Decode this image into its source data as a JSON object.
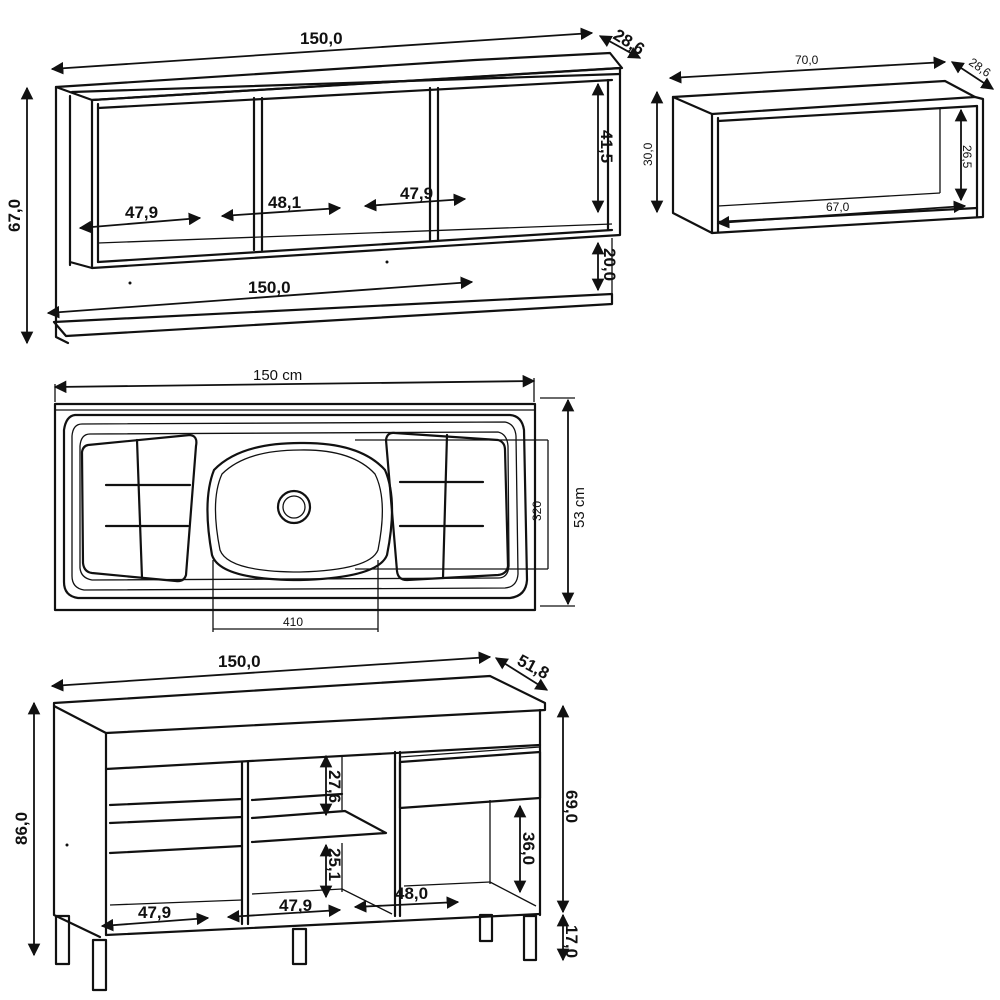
{
  "upper_cabinet": {
    "width": "150,0",
    "depth": "28,6",
    "height": "67,0",
    "niche_height": "41,5",
    "niche_left_width": "47,9",
    "niche_middle_width": "48,1",
    "niche_right_width": "47,9",
    "shelf_gap": "20,0",
    "shelf_width": "150,0"
  },
  "small_cabinet": {
    "width": "70,0",
    "depth": "28,6",
    "height": "30,0",
    "inner_height": "26,5",
    "inner_width": "67,0"
  },
  "sink": {
    "width": "150 cm",
    "depth": "53 cm",
    "bowl_width": "410",
    "bowl_depth": "320"
  },
  "base_cabinet": {
    "width": "150,0",
    "depth": "51,8",
    "total_height": "86,0",
    "body_height": "69,0",
    "leg_height": "17,0",
    "upper_niche_height": "27,6",
    "lower_niche_height": "25,1",
    "right_niche_height": "36,0",
    "left_bay_width": "47,9",
    "middle_bay_width": "47,9",
    "right_bay_width": "48,0"
  }
}
